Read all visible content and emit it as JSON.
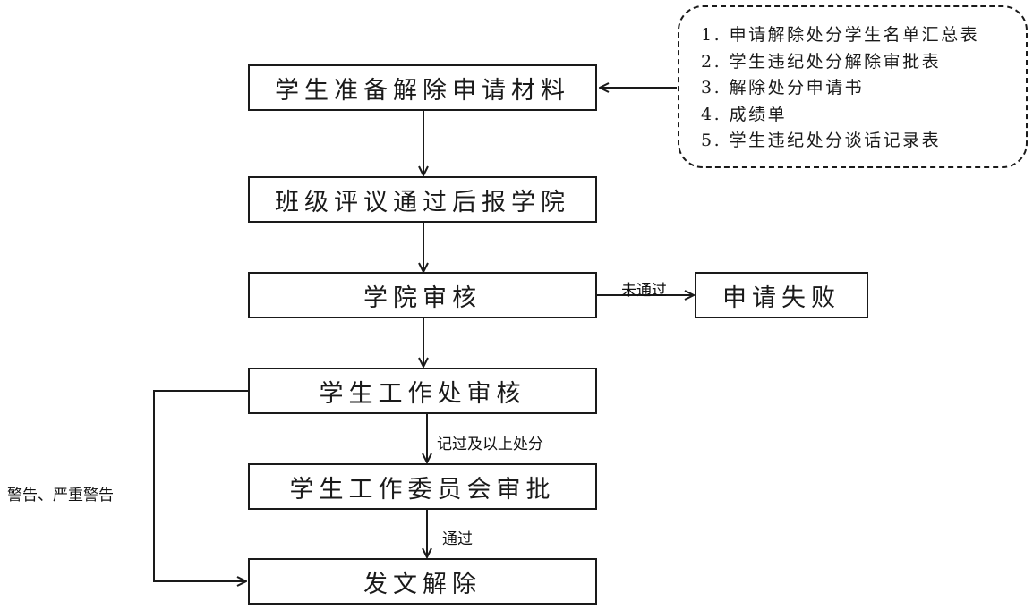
{
  "diagram": {
    "nodes": {
      "prepare": "学生准备解除申请材料",
      "class_review": "班级评议通过后报学院",
      "college_review": "学院审核",
      "fail": "申请失败",
      "student_affairs_review": "学生工作处审核",
      "committee_approval": "学生工作委员会审批",
      "issue_release": "发文解除"
    },
    "edge_labels": {
      "not_passed": "未通过",
      "demerit_or_above": "记过及以上处分",
      "passed": "通过",
      "warning": "警告、严重警告"
    },
    "materials_note": {
      "items": [
        "1. 申请解除处分学生名单汇总表",
        "2. 学生违纪处分解除审批表",
        "3. 解除处分申请书",
        "4. 成绩单",
        "5. 学生违纪处分谈话记录表"
      ]
    }
  }
}
